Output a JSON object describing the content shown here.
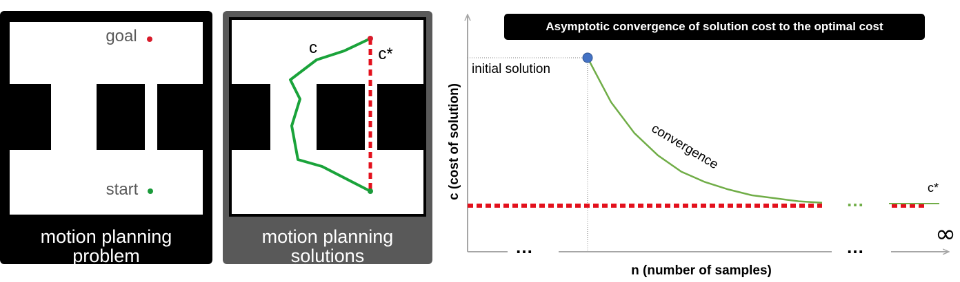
{
  "problem_panel": {
    "goal_label": "goal",
    "start_label": "start",
    "caption_line1": "motion planning",
    "caption_line2": "problem"
  },
  "solution_panel": {
    "path_label": "c",
    "optimal_label": "c*",
    "caption_line1": "motion planning",
    "caption_line2": "solutions"
  },
  "colors": {
    "goal": "#d81b2a",
    "start": "#1a9a3a",
    "path": "#1aa33a",
    "optimal": "#e3101c",
    "curve": "#70ad47",
    "initial_point": "#4472c4"
  },
  "chart_data": {
    "type": "line",
    "title": "Asymptotic convergence of solution cost to the optimal cost",
    "xlabel": "n (number of samples)",
    "ylabel": "c (cost of solution)",
    "annotations": {
      "initial_solution": "initial solution",
      "convergence": "convergence",
      "optimal_cost": "c*",
      "x_axis_end": "∞",
      "ellipsis": "…"
    },
    "series": [
      {
        "name": "convergence",
        "style": "solid",
        "x": [
          0,
          0.1,
          0.2,
          0.3,
          0.4,
          0.5,
          0.6,
          0.7,
          0.8,
          0.9,
          1.0
        ],
        "y": [
          1.0,
          0.7,
          0.49,
          0.34,
          0.23,
          0.16,
          0.11,
          0.07,
          0.05,
          0.03,
          0.02
        ]
      },
      {
        "name": "optimal",
        "style": "dashed",
        "x": [
          0,
          1.0
        ],
        "y": [
          0,
          0
        ]
      }
    ]
  }
}
